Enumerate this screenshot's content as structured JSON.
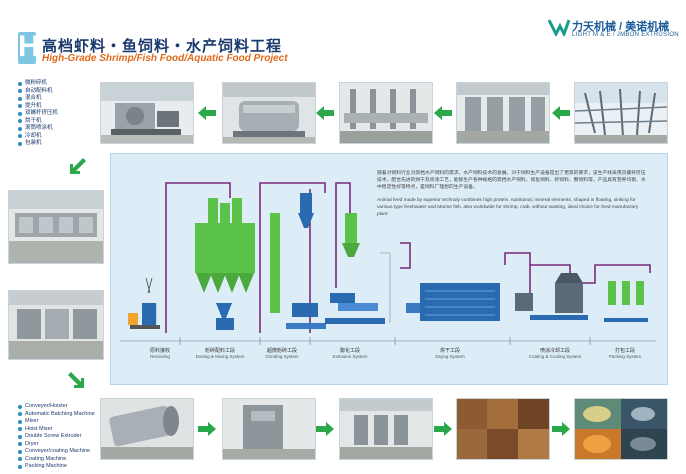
{
  "header": {
    "logo_letter": "H",
    "title_cn": "高档虾料・鱼饲料・水产饲料工程",
    "title_en": "High-Grade Shrimp/Fish Food/Aquatic Food Project",
    "brand_cn": "力天机械 / 美诺机械",
    "brand_en": "LIGHT M & E / JMBON EXTRUSION"
  },
  "cn_equipment_list": [
    "微粉碎机",
    "自动配料机",
    "混合机",
    "提升机",
    "双螺杆挤压机",
    "烘干机",
    "滚筒喷涂机",
    "冷却机",
    "包装机"
  ],
  "en_equipment_list": [
    "Conveyer/Hoister",
    "Automatic Batching Machine",
    "Mixer",
    "Hoist Mixer",
    "Double Screw Extruder",
    "Dryer",
    "Conveyer/coating Machine",
    "Coating Machine",
    "Packing Machine"
  ],
  "diagram": {
    "description_cn": "随着对饲料行业对高档水产饲料的需求，水产饲料技术的发展，对于饲料生产设备提出了更高的要求，该生产线采用双螺杆挤压技术，配合先进的烘干及喷涂工艺，能够生产各种规格的高档水产饲料，如鱼饲料、虾饲料、蟹饲料等，产品具有营养均衡、水中稳定性好等特点，是饲料厂理想的生产设备。",
    "description_en": "Animal feed made by superior technoly combines high protein, nutritional, mineral elements, shaped in floating, sinking for various type freshwater and Marine fish, also worldwide for shrimp, crab, without wasting, ideal choice for feed manufactory plant.",
    "stages": [
      {
        "cn": "原料接收",
        "en": "Receiving"
      },
      {
        "cn": "粉碎配料工段",
        "en": "Dosing & Mixing System"
      },
      {
        "cn": "超微粉碎工段",
        "en": "Grinding System"
      },
      {
        "cn": "膨化工段",
        "en": "Extrusion System"
      },
      {
        "cn": "烘干工段",
        "en": "Drying System"
      },
      {
        "cn": "喷涂冷却工段",
        "en": "Coating & Cooling System"
      },
      {
        "cn": "打包工段",
        "en": "Packing System"
      }
    ]
  },
  "colors": {
    "title_blue": "#1a3a6e",
    "subtitle_orange": "#e06a1a",
    "arrow_green": "#2aa84a",
    "panel_bg": "#dcedf7",
    "silo_green": "#5bc24a",
    "pipe_purple": "#7a2a7a",
    "machine_blue": "#2a6ab0"
  }
}
